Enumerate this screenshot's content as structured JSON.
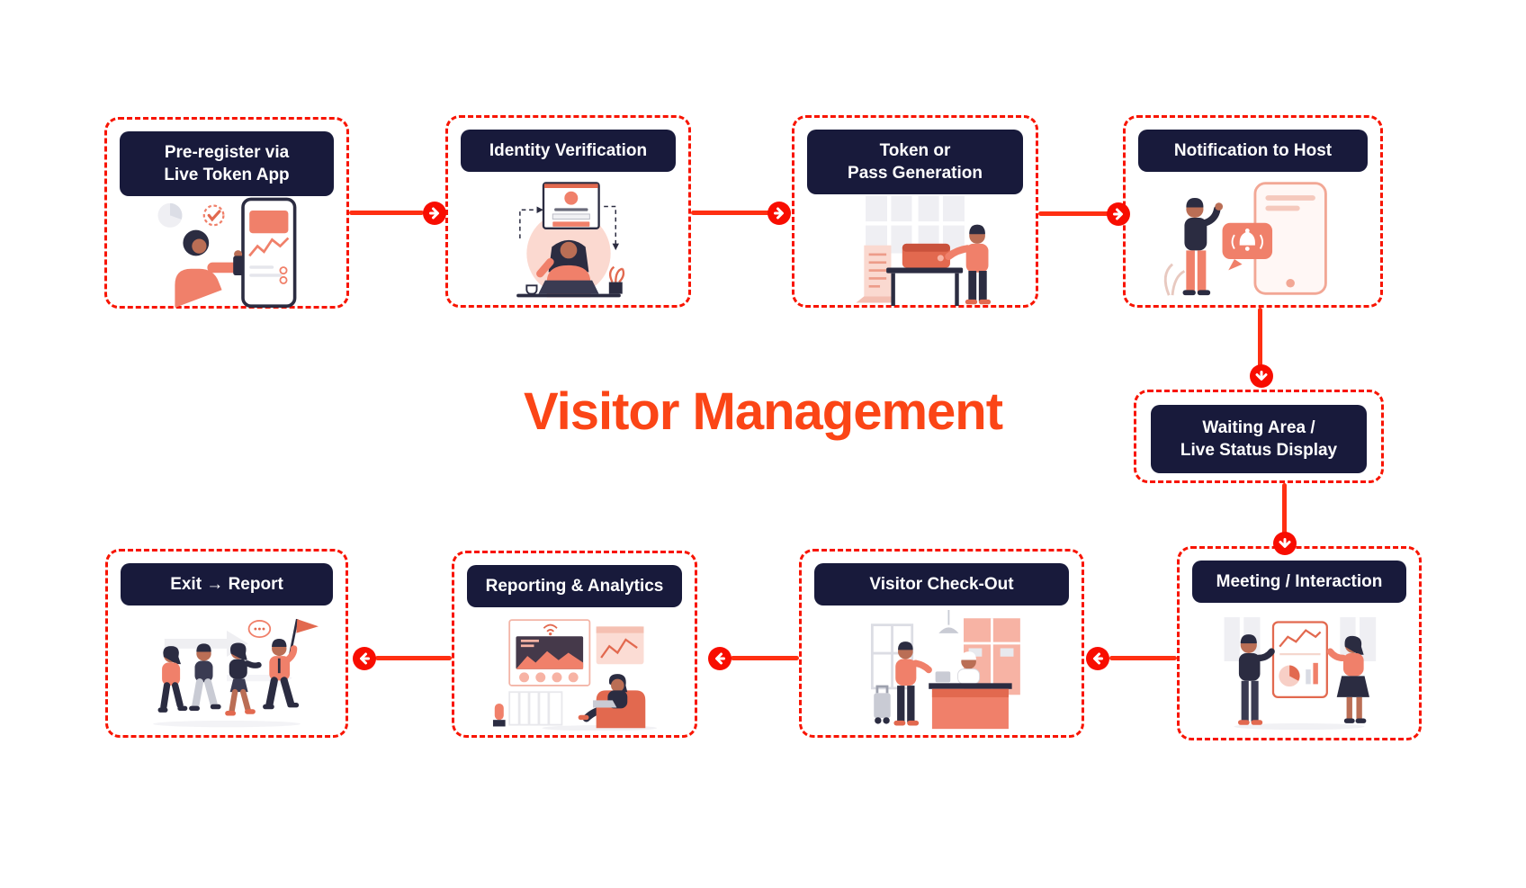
{
  "diagram": {
    "title": "Visitor Management"
  },
  "colors": {
    "title": "#FB4516",
    "dashed_border": "#F81400",
    "arrow_line": "#FF2F12",
    "arrow_circle": "#F80D00",
    "pill_background": "#181A3B",
    "pill_text": "#FFFFFF",
    "illustration_accent": "#F0806A",
    "canvas_background": "#FFFFFF"
  },
  "nodes": [
    {
      "id": "pre-register",
      "label": "Pre-register via\nLive Token App",
      "illustration": "woman-with-phone-app-icon"
    },
    {
      "id": "identity-verification",
      "label": "Identity Verification",
      "illustration": "id-card-verification-icon"
    },
    {
      "id": "token-pass-generation",
      "label": "Token or\nPass Generation",
      "illustration": "pass-printing-icon"
    },
    {
      "id": "notification-to-host",
      "label": "Notification to Host",
      "illustration": "phone-notification-icon"
    },
    {
      "id": "waiting-area",
      "label": "Waiting Area /\nLive Status Display",
      "illustration": null
    },
    {
      "id": "meeting-interaction",
      "label": "Meeting / Interaction",
      "illustration": "presentation-meeting-icon"
    },
    {
      "id": "visitor-check-out",
      "label": "Visitor Check-Out",
      "illustration": "checkout-counter-icon"
    },
    {
      "id": "reporting-analytics",
      "label": "Reporting & Analytics",
      "illustration": "analytics-dashboard-icon"
    },
    {
      "id": "exit-report",
      "label": "Exit → Report",
      "illustration": "people-exiting-icon"
    }
  ],
  "flow": [
    {
      "from": "pre-register",
      "to": "identity-verification",
      "direction": "right"
    },
    {
      "from": "identity-verification",
      "to": "token-pass-generation",
      "direction": "right"
    },
    {
      "from": "token-pass-generation",
      "to": "notification-to-host",
      "direction": "right"
    },
    {
      "from": "notification-to-host",
      "to": "waiting-area",
      "direction": "down"
    },
    {
      "from": "waiting-area",
      "to": "meeting-interaction",
      "direction": "down"
    },
    {
      "from": "meeting-interaction",
      "to": "visitor-check-out",
      "direction": "left"
    },
    {
      "from": "visitor-check-out",
      "to": "reporting-analytics",
      "direction": "left"
    },
    {
      "from": "reporting-analytics",
      "to": "exit-report",
      "direction": "left"
    }
  ]
}
